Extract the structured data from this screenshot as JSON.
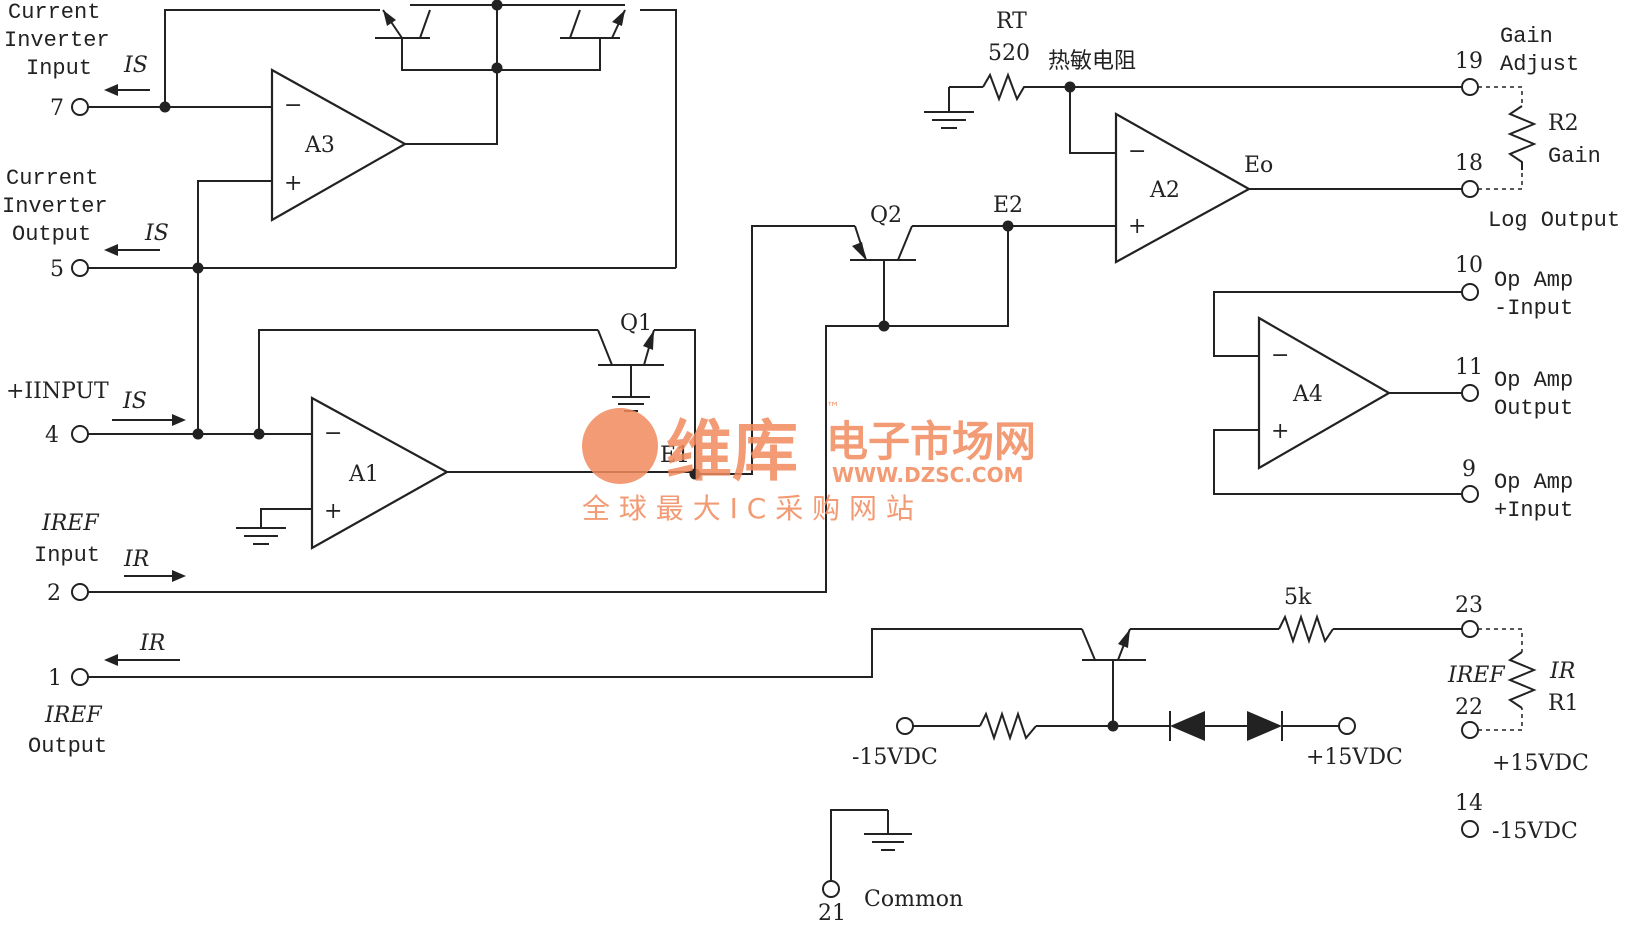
{
  "amplifiers": {
    "a1": "A1",
    "a2": "A2",
    "a3": "A3",
    "a4": "A4",
    "minus": "−",
    "plus": "+"
  },
  "transistors": {
    "q1": "Q1",
    "q2": "Q2"
  },
  "nodes": {
    "e1": "E1",
    "e2": "E2",
    "eo": "Eo"
  },
  "thermistor": {
    "designator": "RT",
    "designator_sub": "T",
    "value": "520",
    "note": "热敏电阻"
  },
  "resistors": {
    "r5k": "5k",
    "r2": "R2",
    "r2_name": "Gain",
    "r1": "R1"
  },
  "pins": {
    "p7": {
      "num": "7",
      "label_lines": [
        "Current",
        "Inverter",
        "Input"
      ],
      "current": "IS"
    },
    "p5": {
      "num": "5",
      "label_lines": [
        "Current",
        "Inverter",
        "Output"
      ],
      "current": "IS"
    },
    "p4": {
      "num": "4",
      "label": "+IINPUT",
      "current": "IS"
    },
    "p2": {
      "num": "2",
      "label_lines": [
        "IREF",
        "Input"
      ],
      "current": "IR"
    },
    "p1": {
      "num": "1",
      "label_lines": [
        "IREF",
        "Output"
      ],
      "current": "IR"
    },
    "p19": {
      "num": "19",
      "label_lines": [
        "Gain",
        "Adjust"
      ]
    },
    "p18": {
      "num": "18",
      "label": "Log Output"
    },
    "p10": {
      "num": "10",
      "label_lines": [
        "Op Amp",
        "-Input"
      ]
    },
    "p11": {
      "num": "11",
      "label_lines": [
        "Op Amp",
        "Output"
      ]
    },
    "p9": {
      "num": "9",
      "label_lines": [
        "Op Amp",
        "+Input"
      ]
    },
    "p23": {
      "num": "23"
    },
    "p22": {
      "num": "22",
      "label": "+15VDC"
    },
    "p14": {
      "num": "14",
      "label": "-15VDC"
    },
    "p21": {
      "num": "21",
      "label": "Common"
    }
  },
  "supplies": {
    "neg": "-15VDC",
    "pos": "+15VDC"
  },
  "r1_labels": {
    "iref": "IREF",
    "ir": "IR"
  },
  "watermark": {
    "brand": "维库",
    "subtitle": "电子市场网",
    "tm": "™",
    "url": "WWW.DZSC.COM",
    "slogan": "全 球 最 大 I C 采 购 网 站"
  }
}
